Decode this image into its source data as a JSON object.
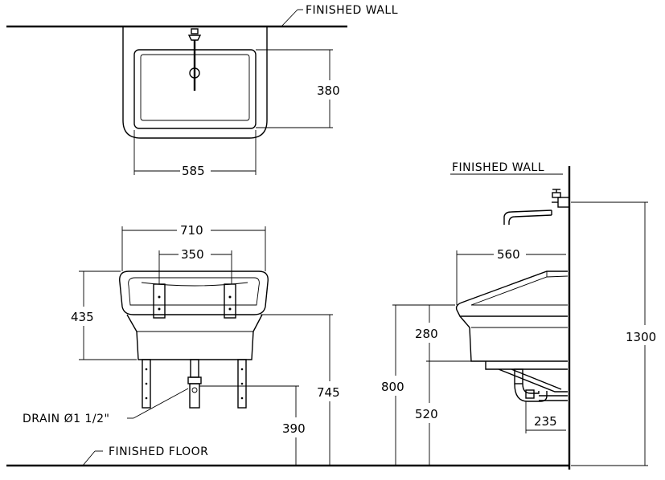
{
  "labels": {
    "finished_wall_top": "FINISHED WALL",
    "finished_wall_side": "FINISHED WALL",
    "finished_floor": "FINISHED FLOOR",
    "drain": "DRAIN Ø1 1/2\""
  },
  "dimensions": {
    "top_depth": "380",
    "top_width": "585",
    "front_overall_width": "710",
    "bracket_spacing": "350",
    "front_bowl_height": "435",
    "front_rim_height": "745",
    "drain_height": "390",
    "side_depth": "560",
    "side_rim_height": "800",
    "side_bowl_depth": "280",
    "side_bottom_height": "520",
    "trap_offset": "235",
    "faucet_height": "1300"
  }
}
